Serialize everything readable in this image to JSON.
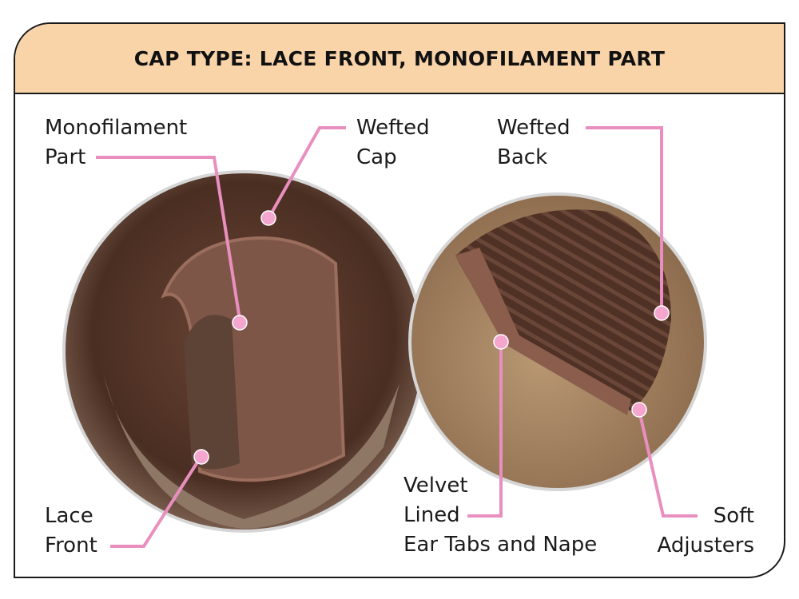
{
  "title": "CAP TYPE: LACE FRONT, MONOFILAMENT PART",
  "colors": {
    "header_bg": "#f9d4a9",
    "callout": "#e98fbf",
    "border": "#1a1a1a"
  },
  "labels": {
    "monofilament_part": [
      "Monofilament",
      "Part"
    ],
    "wefted_cap": [
      "Wefted",
      "Cap"
    ],
    "wefted_back": [
      "Wefted",
      "Back"
    ],
    "lace_front": [
      "Lace",
      "Front"
    ],
    "velvet": [
      "Velvet",
      "Lined",
      "Ear Tabs and Nape"
    ],
    "soft_adjusters": [
      "Soft",
      "Adjusters"
    ]
  }
}
